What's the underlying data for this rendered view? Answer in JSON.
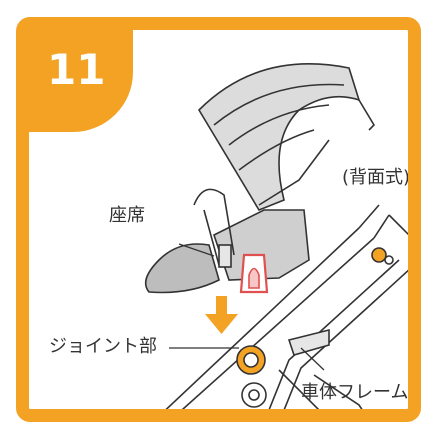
{
  "step": {
    "number": "11"
  },
  "labels": {
    "orientation": "(背面式)",
    "seat": "座席",
    "joint": "ジョイント部",
    "frame": "車体フレーム"
  },
  "colors": {
    "accent": "#f3a224",
    "arrow": "#f3a224",
    "highlight": "#e0504f",
    "line": "#333333"
  }
}
